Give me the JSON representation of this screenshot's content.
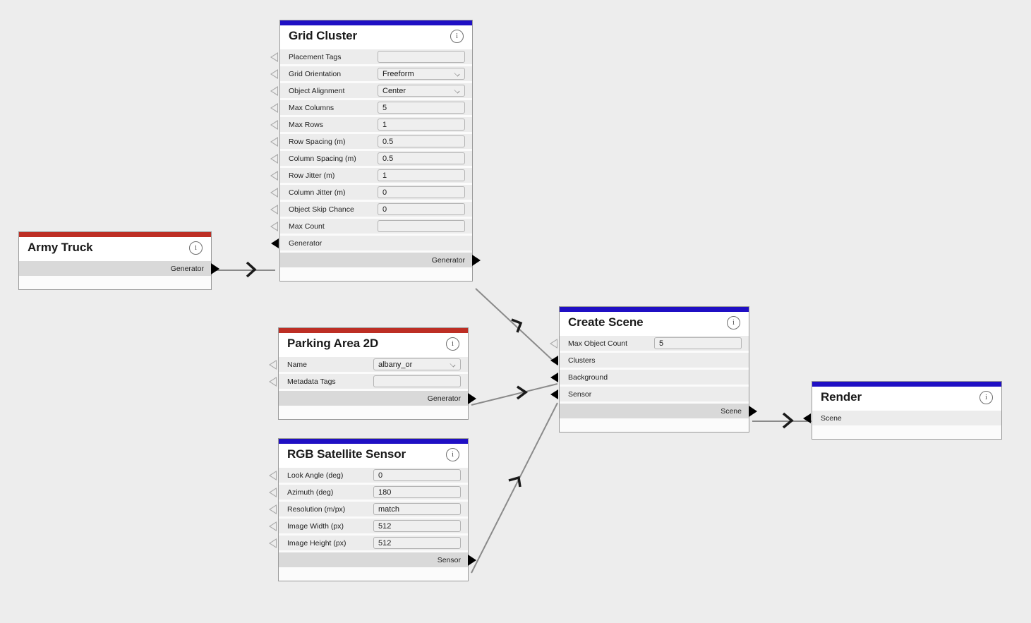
{
  "canvas": {
    "background": "#ededed"
  },
  "palette": {
    "accent_blue": "#1f0fc4",
    "accent_red": "#bd2e24",
    "row_bg": "#ececec",
    "output_row_bg": "#d9d9d9",
    "node_border": "#9a9a9a",
    "edge_color": "#8a8a8a"
  },
  "icons": {
    "info": "i"
  },
  "nodes": [
    {
      "id": "army-truck",
      "title": "Army Truck",
      "accent": "red",
      "info_icon": "info-icon",
      "rows": [],
      "outputs": [
        {
          "label": "Generator"
        }
      ]
    },
    {
      "id": "grid-cluster",
      "title": "Grid Cluster",
      "accent": "blue",
      "info_icon": "info-icon",
      "rows": [
        {
          "label": "Placement Tags",
          "value": "",
          "kind": "text",
          "port": "empty"
        },
        {
          "label": "Grid Orientation",
          "value": "Freeform",
          "kind": "select",
          "port": "empty"
        },
        {
          "label": "Object Alignment",
          "value": "Center",
          "kind": "select",
          "port": "empty"
        },
        {
          "label": "Max Columns",
          "value": "5",
          "kind": "text",
          "port": "empty"
        },
        {
          "label": "Max Rows",
          "value": "1",
          "kind": "text",
          "port": "empty"
        },
        {
          "label": "Row Spacing (m)",
          "value": "0.5",
          "kind": "text",
          "port": "empty"
        },
        {
          "label": "Column Spacing (m)",
          "value": "0.5",
          "kind": "text",
          "port": "empty"
        },
        {
          "label": "Row Jitter (m)",
          "value": "1",
          "kind": "text",
          "port": "empty"
        },
        {
          "label": "Column Jitter (m)",
          "value": "0",
          "kind": "text",
          "port": "empty"
        },
        {
          "label": "Object Skip Chance",
          "value": "0",
          "kind": "text",
          "port": "empty"
        },
        {
          "label": "Max Count",
          "value": "",
          "kind": "text",
          "port": "empty"
        },
        {
          "label": "Generator",
          "value": "",
          "kind": "port",
          "port": "filled"
        }
      ],
      "outputs": [
        {
          "label": "Generator"
        }
      ]
    },
    {
      "id": "parking-area-2d",
      "title": "Parking Area 2D",
      "accent": "red",
      "info_icon": "info-icon",
      "rows": [
        {
          "label": "Name",
          "value": "albany_or",
          "kind": "select",
          "port": "empty"
        },
        {
          "label": "Metadata Tags",
          "value": "",
          "kind": "text",
          "port": "empty"
        }
      ],
      "outputs": [
        {
          "label": "Generator"
        }
      ]
    },
    {
      "id": "rgb-satellite-sensor",
      "title": "RGB Satellite Sensor",
      "accent": "blue",
      "info_icon": "info-icon",
      "rows": [
        {
          "label": "Look Angle (deg)",
          "value": "0",
          "kind": "text",
          "port": "empty"
        },
        {
          "label": "Azimuth (deg)",
          "value": "180",
          "kind": "text",
          "port": "empty"
        },
        {
          "label": "Resolution (m/px)",
          "value": "match",
          "kind": "text",
          "port": "empty"
        },
        {
          "label": "Image Width (px)",
          "value": "512",
          "kind": "text",
          "port": "empty"
        },
        {
          "label": "Image Height (px)",
          "value": "512",
          "kind": "text",
          "port": "empty"
        }
      ],
      "outputs": [
        {
          "label": "Sensor"
        }
      ]
    },
    {
      "id": "create-scene",
      "title": "Create Scene",
      "accent": "blue",
      "info_icon": "info-icon",
      "rows": [
        {
          "label": "Max Object Count",
          "value": "5",
          "kind": "text",
          "port": "empty"
        },
        {
          "label": "Clusters",
          "value": "",
          "kind": "port",
          "port": "filled"
        },
        {
          "label": "Background",
          "value": "",
          "kind": "port",
          "port": "filled"
        },
        {
          "label": "Sensor",
          "value": "",
          "kind": "port",
          "port": "filled"
        }
      ],
      "outputs": [
        {
          "label": "Scene"
        }
      ]
    },
    {
      "id": "render",
      "title": "Render",
      "accent": "blue",
      "info_icon": "info-icon",
      "rows": [
        {
          "label": "Scene",
          "value": "",
          "kind": "port",
          "port": "filled"
        }
      ],
      "outputs": []
    }
  ],
  "edges": [
    {
      "from": "army-truck.Generator",
      "to": "grid-cluster.Generator"
    },
    {
      "from": "grid-cluster.Generator",
      "to": "create-scene.Clusters"
    },
    {
      "from": "parking-area-2d.Generator",
      "to": "create-scene.Background"
    },
    {
      "from": "rgb-satellite-sensor.Sensor",
      "to": "create-scene.Sensor"
    },
    {
      "from": "create-scene.Scene",
      "to": "render.Scene"
    }
  ]
}
